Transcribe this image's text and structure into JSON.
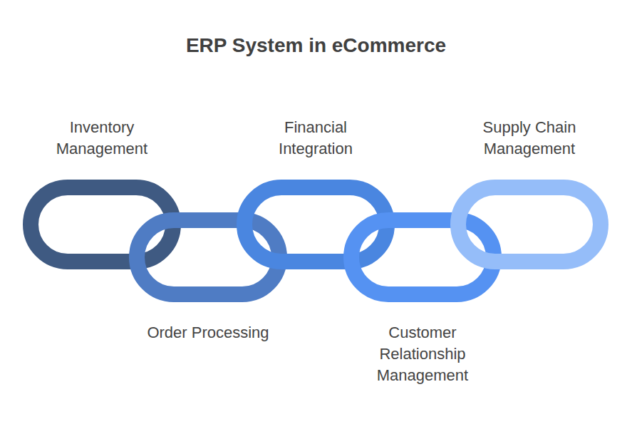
{
  "diagram": {
    "title": "ERP System in eCommerce",
    "nodes": [
      {
        "text": [
          "Inventory Management"
        ]
      },
      {
        "text": [
          "Order Processing"
        ]
      },
      {
        "text": [
          "Financial Integration"
        ]
      },
      {
        "text": [
          "Customer Relationship Management"
        ]
      },
      {
        "text": [
          "Supply Chain Management"
        ]
      }
    ]
  }
}
